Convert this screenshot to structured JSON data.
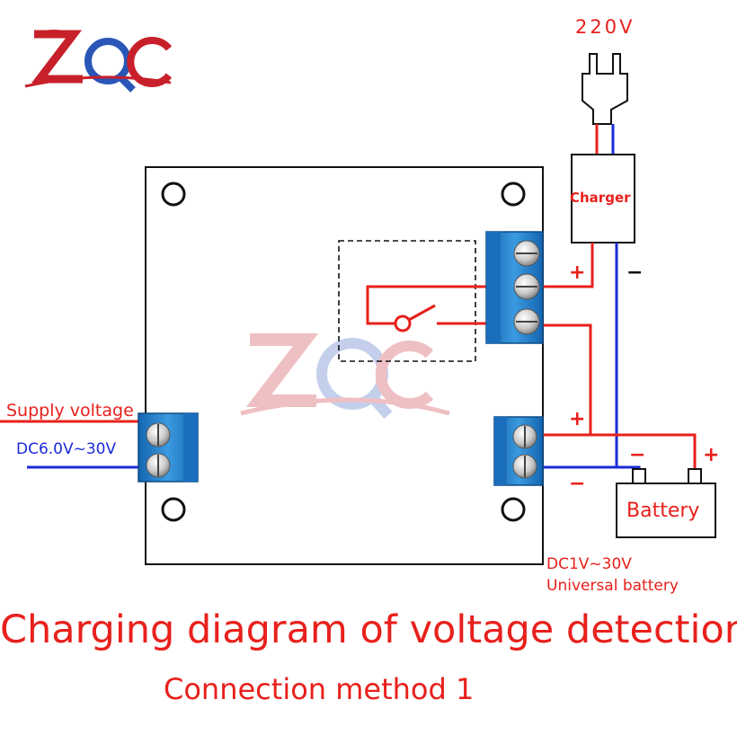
{
  "logo": {
    "text": "ZQC"
  },
  "watermark": {
    "text": "ZQC"
  },
  "labels": {
    "mains_voltage": "220V",
    "charger": "Charger",
    "battery": "Battery",
    "supply_voltage": "Supply voltage",
    "supply_range": "DC6.0V~30V",
    "battery_range": "DC1V~30V",
    "battery_type": "Universal battery"
  },
  "polarity": {
    "charger_plus": "+",
    "charger_minus": "−",
    "output_plus": "+",
    "output_minus": "−",
    "battery_minus": "−",
    "battery_plus": "+"
  },
  "title": "Charging diagram of voltage detection",
  "subtitle": "Connection method 1",
  "colors": {
    "positive_wire": "#e8201c",
    "negative_wire": "#1a2bd8",
    "terminal_blue": "#1f7fc8",
    "logo_red": "#c8202a",
    "logo_blue": "#2a56b8"
  }
}
